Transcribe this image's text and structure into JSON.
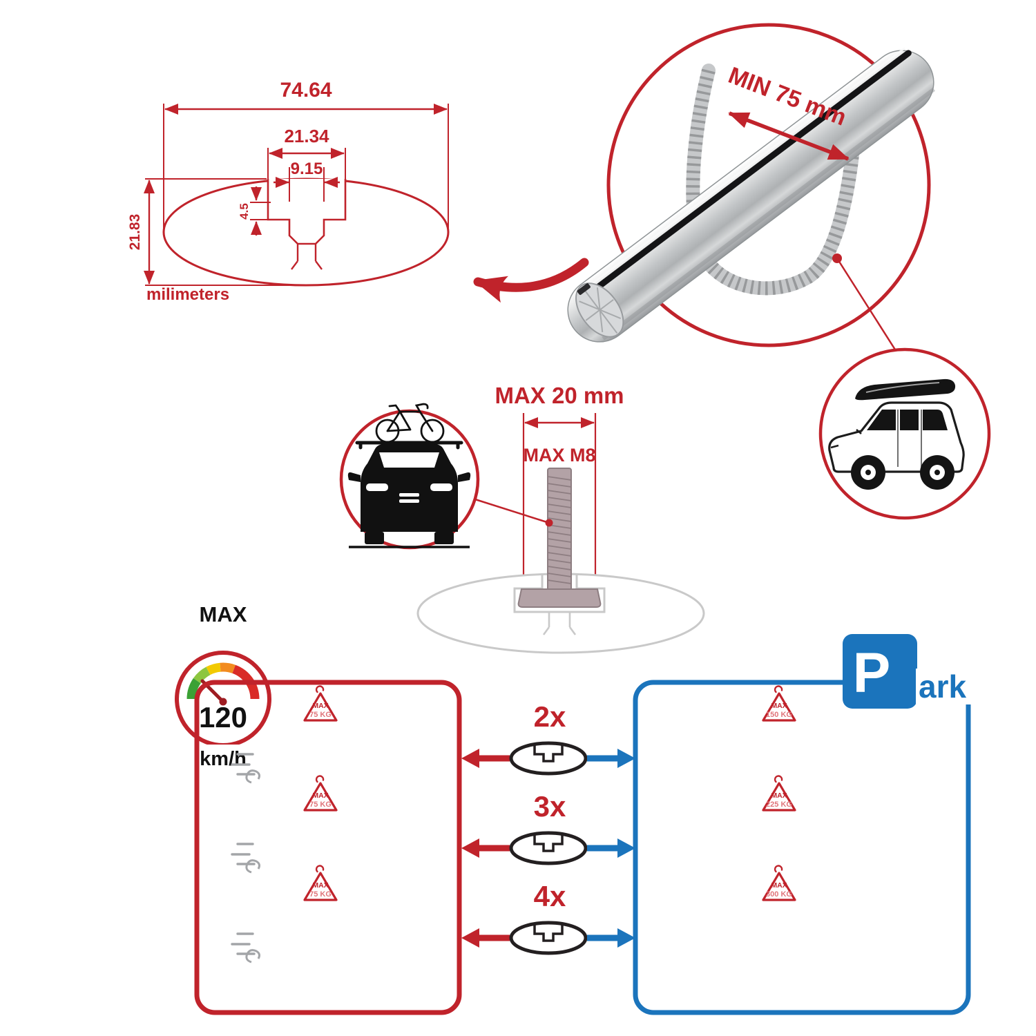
{
  "colors": {
    "red": "#c0232b",
    "blue": "#1b74bc",
    "ink": "#231f20",
    "car_gray": "#a3a5a8",
    "badge_value": "#e0757b"
  },
  "cross_section": {
    "total_width": "74.64",
    "slot_outer_width": "21.34",
    "slot_inner_width": "9.15",
    "lip_depth": "4.5",
    "total_height": "21.83",
    "units": "milimeters"
  },
  "bar_detail": {
    "min_span": "MIN 75 mm"
  },
  "bolt": {
    "max_width": "MAX 20 mm",
    "max_thread": "MAX M8"
  },
  "speedometer": {
    "label": "MAX",
    "value": "120",
    "units": "km/h"
  },
  "quantities": [
    "2x",
    "3x",
    "4x"
  ],
  "driving_loads": [
    {
      "label": "MAX",
      "value": "75 KG"
    },
    {
      "label": "MAX",
      "value": "75 KG"
    },
    {
      "label": "MAX",
      "value": "75 KG"
    }
  ],
  "parked_loads": [
    {
      "label": "MAX",
      "value": "150 KG"
    },
    {
      "label": "MAX",
      "value": "225 KG"
    },
    {
      "label": "MAX",
      "value": "300 KG"
    }
  ],
  "park_sign": {
    "p": "P",
    "ark": "ark"
  }
}
